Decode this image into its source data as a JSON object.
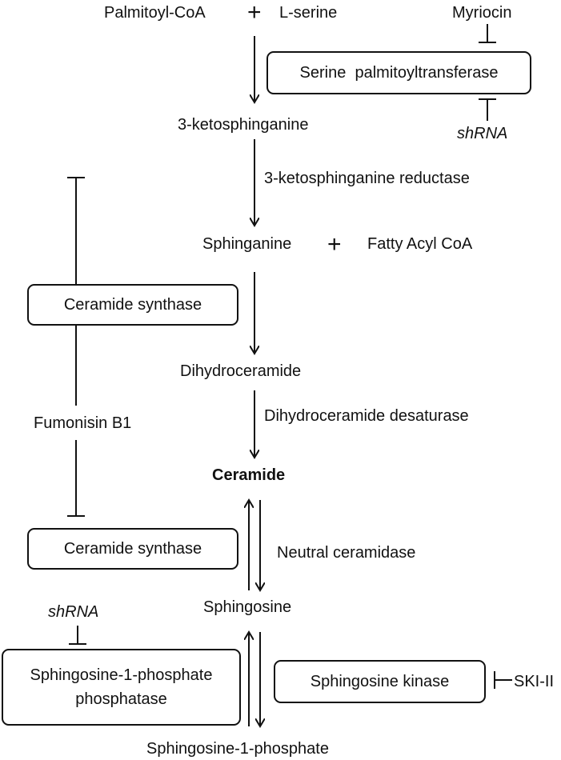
{
  "metabolites": {
    "palmitoyl_coa": "Palmitoyl-CoA",
    "l_serine": "L-serine",
    "ketosphinganine": "3-ketosphinganine",
    "sphinganine": "Sphinganine",
    "fatty_acyl_coa": "Fatty Acyl CoA",
    "dihydroceramide": "Dihydroceramide",
    "ceramide": "Ceramide",
    "sphingosine": "Sphingosine",
    "s1p": "Sphingosine-1-phosphate"
  },
  "operators": {
    "plus": "+"
  },
  "enzymes": {
    "spt": "Serine  palmitoyltransferase",
    "ksr": "3-ketosphinganine reductase",
    "cers_top": "Ceramide synthase",
    "des": "Dihydroceramide desaturase",
    "cers_bottom": "Ceramide synthase",
    "ncdase": "Neutral ceramidase",
    "sgpp_line1": "Sphingosine-1-phosphate",
    "sgpp_line2": "phosphatase",
    "sphk": "Sphingosine kinase"
  },
  "inhibitors": {
    "myriocin": "Myriocin",
    "shrna_top": "shRNA",
    "fumonisin": "Fumonisin B1",
    "shrna_bottom": "shRNA",
    "ski": "SKI-II"
  },
  "colors": {
    "line": "#111111",
    "background": "#ffffff"
  }
}
